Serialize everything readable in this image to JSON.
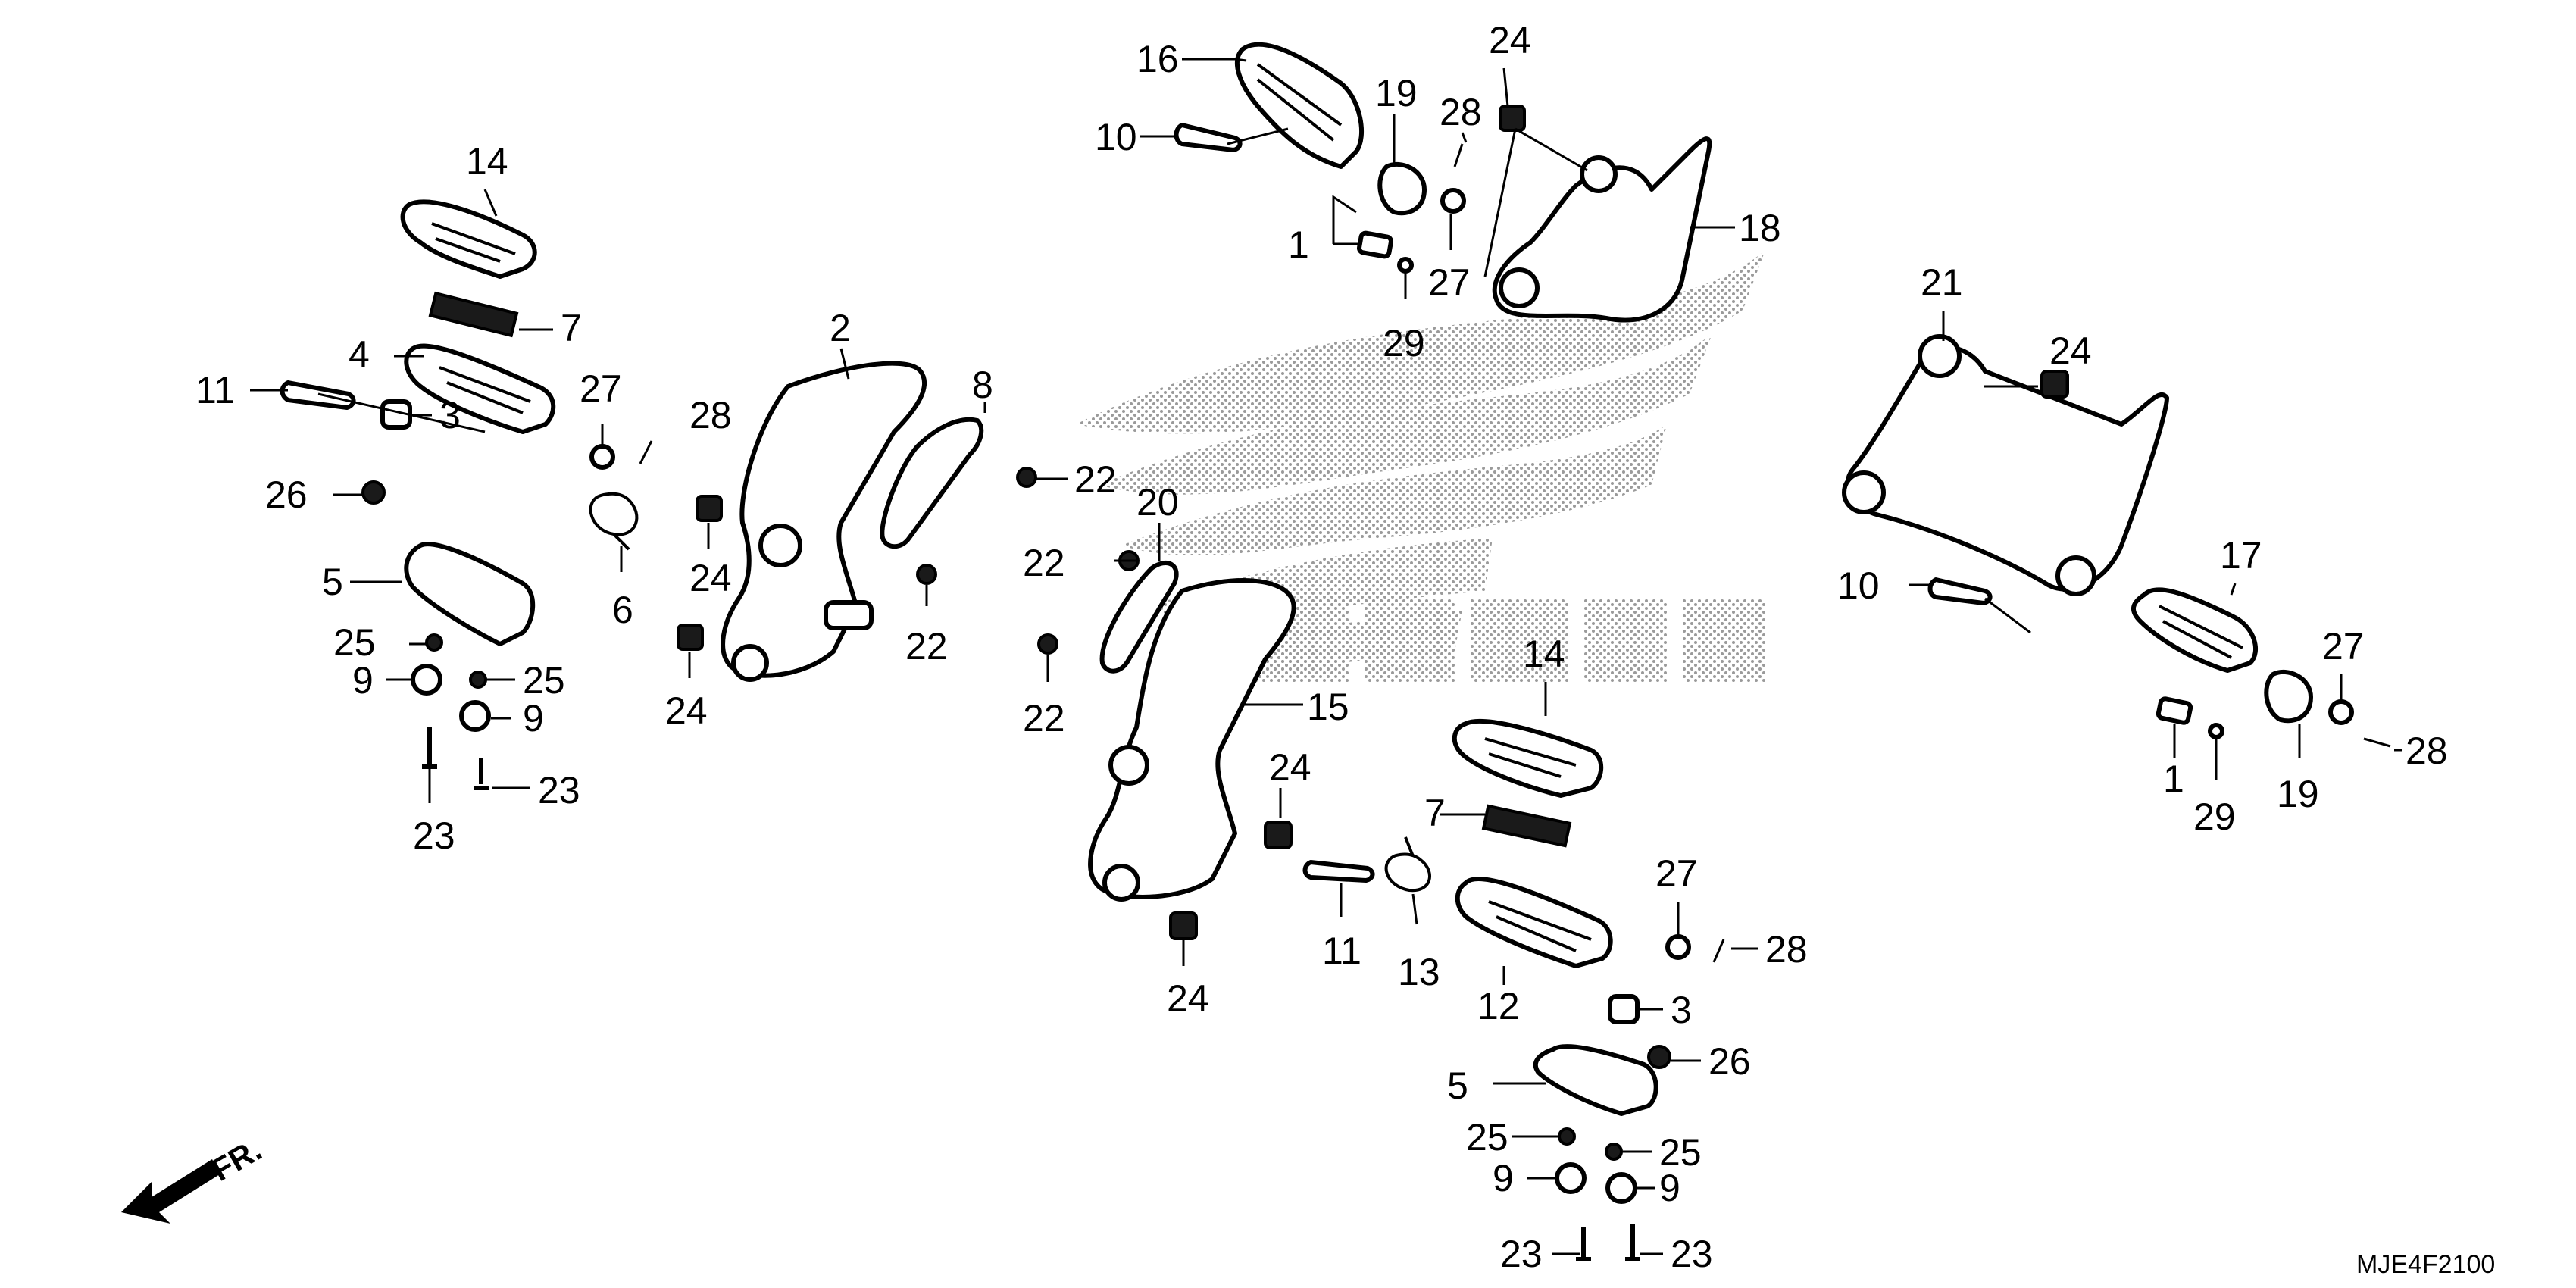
{
  "diagram": {
    "part_numbers": [
      "1",
      "2",
      "3",
      "4",
      "5",
      "6",
      "7",
      "8",
      "9",
      "10",
      "11",
      "12",
      "13",
      "14",
      "15",
      "16",
      "17",
      "18",
      "19",
      "20",
      "21",
      "22",
      "23",
      "24",
      "25",
      "26",
      "27",
      "28",
      "29"
    ],
    "callouts": [
      {
        "id": "c14a",
        "text": "14"
      },
      {
        "id": "c7a",
        "text": "7"
      },
      {
        "id": "c4",
        "text": "4"
      },
      {
        "id": "c11a",
        "text": "11"
      },
      {
        "id": "c3a",
        "text": "3"
      },
      {
        "id": "c26a",
        "text": "26"
      },
      {
        "id": "c5a",
        "text": "5"
      },
      {
        "id": "c25a",
        "text": "25"
      },
      {
        "id": "c25b",
        "text": "25"
      },
      {
        "id": "c9a",
        "text": "9"
      },
      {
        "id": "c9b",
        "text": "9"
      },
      {
        "id": "c23a",
        "text": "23"
      },
      {
        "id": "c23b",
        "text": "23"
      },
      {
        "id": "c27a",
        "text": "27"
      },
      {
        "id": "c28a",
        "text": "28"
      },
      {
        "id": "c6",
        "text": "6"
      },
      {
        "id": "c24a",
        "text": "24"
      },
      {
        "id": "c24b",
        "text": "24"
      },
      {
        "id": "c2",
        "text": "2"
      },
      {
        "id": "c8",
        "text": "8"
      },
      {
        "id": "c22a",
        "text": "22"
      },
      {
        "id": "c22b",
        "text": "22"
      },
      {
        "id": "c22c",
        "text": "22"
      },
      {
        "id": "c22d",
        "text": "22"
      },
      {
        "id": "c20",
        "text": "20"
      },
      {
        "id": "c15",
        "text": "15"
      },
      {
        "id": "c24c",
        "text": "24"
      },
      {
        "id": "c24d",
        "text": "24"
      },
      {
        "id": "c11b",
        "text": "11"
      },
      {
        "id": "c13",
        "text": "13"
      },
      {
        "id": "c12",
        "text": "12"
      },
      {
        "id": "c14b",
        "text": "14"
      },
      {
        "id": "c7b",
        "text": "7"
      },
      {
        "id": "c27b",
        "text": "27"
      },
      {
        "id": "c28b",
        "text": "28"
      },
      {
        "id": "c3b",
        "text": "3"
      },
      {
        "id": "c26b",
        "text": "26"
      },
      {
        "id": "c5b",
        "text": "5"
      },
      {
        "id": "c25c",
        "text": "25"
      },
      {
        "id": "c25d",
        "text": "25"
      },
      {
        "id": "c9c",
        "text": "9"
      },
      {
        "id": "c9d",
        "text": "9"
      },
      {
        "id": "c23c",
        "text": "23"
      },
      {
        "id": "c23d",
        "text": "23"
      },
      {
        "id": "c16",
        "text": "16"
      },
      {
        "id": "c10a",
        "text": "10"
      },
      {
        "id": "c19a",
        "text": "19"
      },
      {
        "id": "c28c",
        "text": "28"
      },
      {
        "id": "c24e",
        "text": "24"
      },
      {
        "id": "c1a",
        "text": "1"
      },
      {
        "id": "c27c",
        "text": "27"
      },
      {
        "id": "c29a",
        "text": "29"
      },
      {
        "id": "c18",
        "text": "18"
      },
      {
        "id": "c21",
        "text": "21"
      },
      {
        "id": "c24f",
        "text": "24"
      },
      {
        "id": "c10b",
        "text": "10"
      },
      {
        "id": "c17",
        "text": "17"
      },
      {
        "id": "c27d",
        "text": "27"
      },
      {
        "id": "c1b",
        "text": "1"
      },
      {
        "id": "c29b",
        "text": "29"
      },
      {
        "id": "c19b",
        "text": "19"
      },
      {
        "id": "c28d",
        "text": "28"
      }
    ],
    "direction_label": "FR.",
    "diagram_code": "MJE4F2100",
    "watermark_text": "HONDA",
    "colors": {
      "line": "#000000",
      "background": "#ffffff",
      "watermark_dots": "#9a9a9a"
    }
  }
}
